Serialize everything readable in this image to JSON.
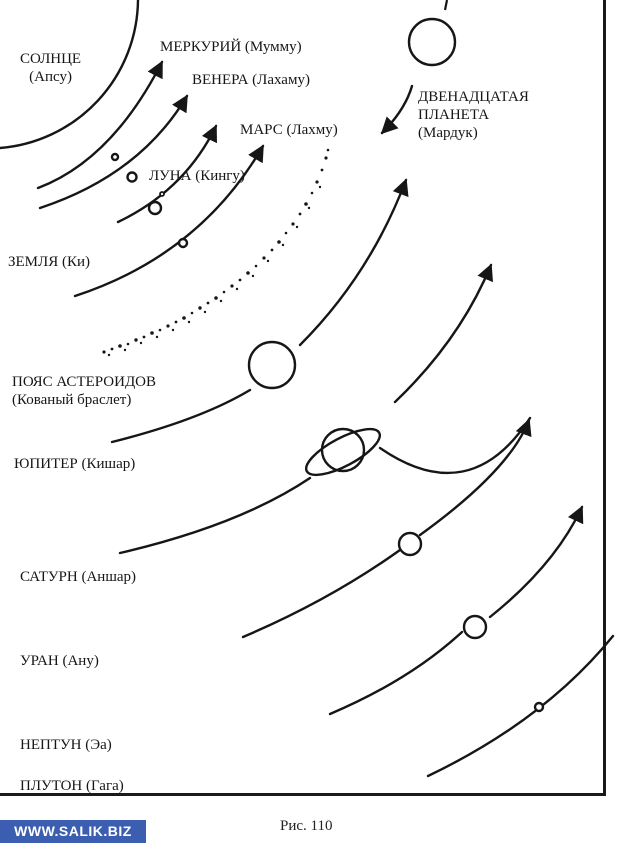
{
  "figure": {
    "caption": "Рис. 110",
    "watermark": "WWW.SALIK.BIZ"
  },
  "labels": {
    "sun": "СОЛНЦЕ\n(Апсу)",
    "mercury": "МЕРКУРИЙ (Мумму)",
    "venus": "ВЕНЕРА (Лахаму)",
    "mars": "МАРС (Лахму)",
    "moon": "ЛУНА (Кингу)",
    "earth": "ЗЕМЛЯ (Ки)",
    "twelfth_planet": "ДВЕНАДЦАТАЯ\nПЛАНЕТА\n(Мардук)",
    "asteroid_belt": "ПОЯС АСТЕРОИДОВ\n(Кованый браслет)",
    "jupiter": "ЮПИТЕР (Кишар)",
    "saturn": "САТУРН (Аншар)",
    "uranus": "УРАН (Ану)",
    "neptune": "НЕПТУН (Эа)",
    "pluto": "ПЛУТОН (Гага)"
  },
  "colors": {
    "ink": "#161616",
    "watermark_bg": "#3c5eb0",
    "watermark_text": "#ffffff"
  }
}
